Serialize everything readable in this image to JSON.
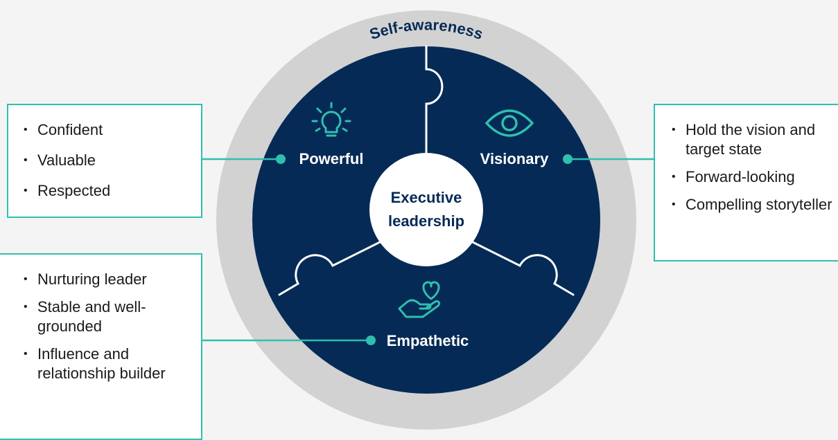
{
  "ring_label": "Self-awareness",
  "center_label_line1": "Executive",
  "center_label_line2": "leadership",
  "segments": {
    "powerful": {
      "label": "Powerful",
      "icon": "lightbulb-icon"
    },
    "visionary": {
      "label": "Visionary",
      "icon": "eye-icon"
    },
    "empathetic": {
      "label": "Empathetic",
      "icon": "heart-in-hand-icon"
    }
  },
  "powerful_traits": [
    "Confident",
    "Valuable",
    "Respected"
  ],
  "visionary_traits": [
    "Hold the vision and target state",
    "Forward-looking",
    "Compelling storyteller"
  ],
  "empathetic_traits": [
    "Nurturing leader",
    "Stable and well-grounded",
    "Influence and relationship builder"
  ],
  "colors": {
    "navy": "#062a56",
    "teal": "#2fbfae",
    "ring_gray": "#d2d2d2",
    "background": "#f4f4f4",
    "white": "#ffffff"
  }
}
